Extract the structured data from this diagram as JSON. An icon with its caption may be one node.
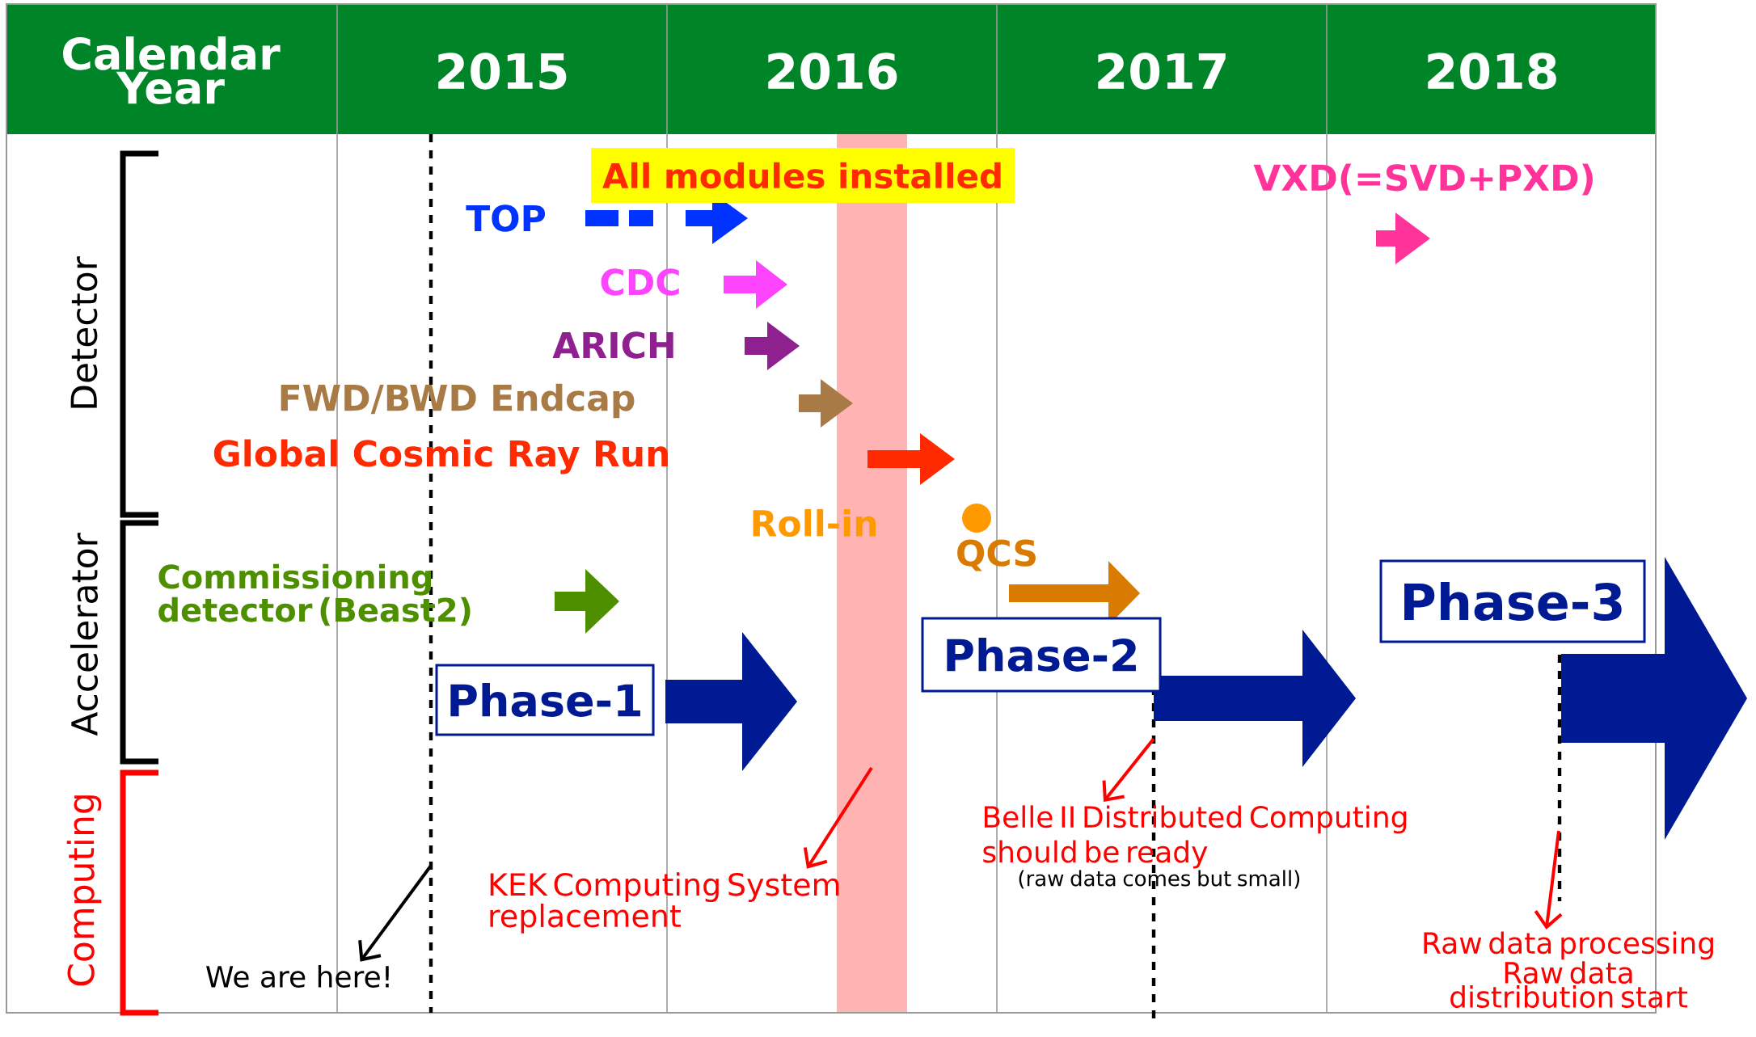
{
  "diagram": {
    "nodes": [
      {
        "text": [
          "All modules installed"
        ]
      },
      {
        "text": [
          "Phase-1"
        ]
      },
      {
        "text": [
          "Phase-2"
        ]
      },
      {
        "text": [
          "Phase-3"
        ]
      },
      {
        "text": [
          "We are here!"
        ]
      },
      {
        "text": [
          "KEK Computing System replacement"
        ]
      },
      {
        "text": [
          "Belle II Distributed Computing should be ready",
          "(raw data comes but small)"
        ]
      },
      {
        "text": [
          "Raw data processing",
          "Raw data distribution start"
        ]
      }
    ],
    "edges": [
      {
        "from": null,
        "to": 4,
        "arrow": "to",
        "color": "#000000"
      },
      {
        "from": null,
        "to": 5,
        "arrow": "to"
      },
      {
        "from": null,
        "to": 6,
        "arrow": "to"
      },
      {
        "from": null,
        "to": 7,
        "arrow": "to"
      }
    ],
    "labels": [
      "Calendar Year",
      "2015",
      "2016",
      "2017",
      "2018",
      "Detector",
      "TOP",
      "VXD(=SVD+PXD)",
      "CDC",
      "ARICH",
      "FWD/BWD Endcap",
      "Global Cosmic Ray Run",
      "Roll-in",
      "QCS",
      "Accelerator",
      "Commissioning detector (Beast2)",
      "Computing"
    ]
  }
}
